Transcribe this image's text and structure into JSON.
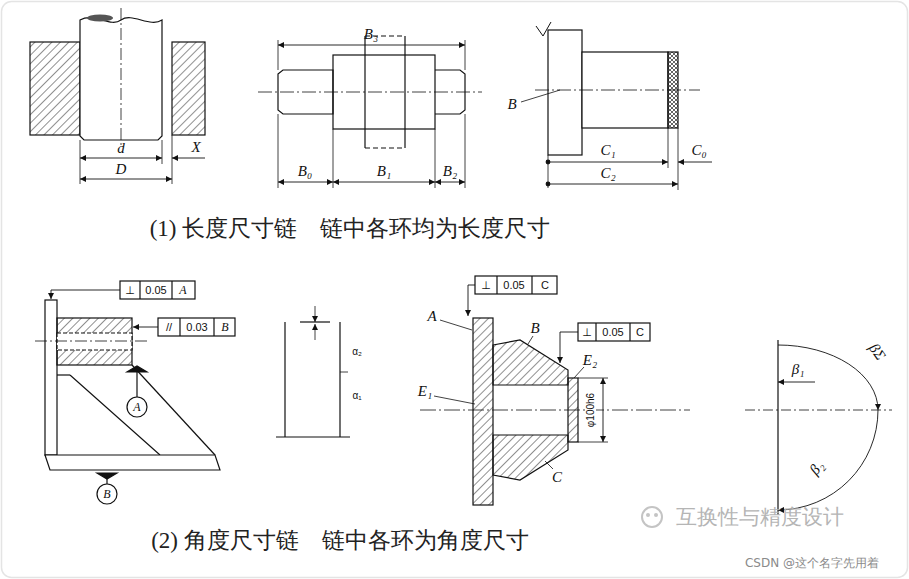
{
  "diagram": {
    "labels": [
      "d",
      "X",
      "D",
      "B₃",
      "B₀",
      "B₁",
      "B₂",
      "B",
      "C₁",
      "C₀",
      "C₂",
      "(1) 长度尺寸链　链中各环均为长度尺寸",
      "⊥",
      "0.05",
      "A",
      "//",
      "0.03",
      "B",
      "A",
      "B",
      "α₂",
      "α₁",
      "A",
      "⊥",
      "0.05",
      "C",
      "⊥",
      "0.05",
      "C",
      "B",
      "E₂",
      "E₁",
      "φ100h6",
      "C",
      "β₁",
      "βΣ",
      "β₂",
      "互换性与精度设计",
      "(2) 角度尺寸链　链中各环为角度尺寸",
      "CSDN @这个名字先用着"
    ]
  }
}
